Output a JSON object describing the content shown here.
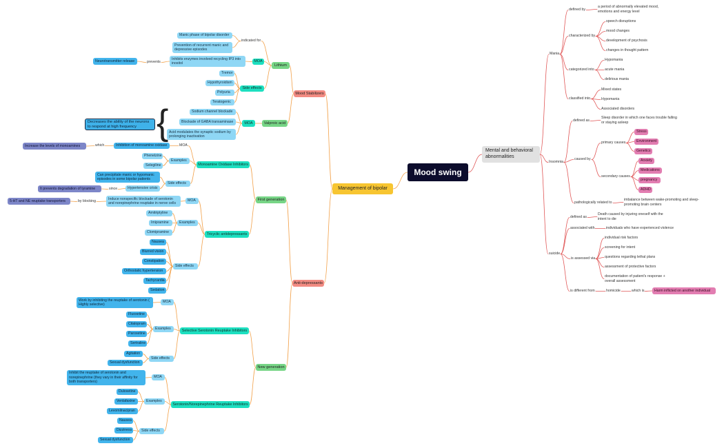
{
  "root": "Mood swing",
  "management": {
    "title": "Management of bipolar",
    "mood_stabilizers": {
      "title": "Mood Stabilizers",
      "lithium": {
        "title": "Lithium",
        "indicated_for_label": "indicated for",
        "indications": [
          "Manic phase of bipolar disorder",
          "Prevention of recurrent manic and depressive episodes"
        ],
        "moa_label": "MOA",
        "moa": "Inhibits enzymes involved recycling IP3 into inositol",
        "prevents_label": "prevents",
        "prevents": "Neurotransmitter release",
        "side_effects_label": "Side effects",
        "side_effects": [
          "Tremor",
          "Hypothyroidism",
          "Polyuria",
          "Teratogenic"
        ]
      },
      "valproic": {
        "title": "Valproic acid",
        "moa_label": "MOA",
        "moa": [
          "Sodium channel blockade",
          "Blockade of GABA transaminase",
          "Acid modulates the synaptic sodium by prolonging inactivation"
        ],
        "summary": "Decreases the ability of the neurons to respond at high frequency"
      }
    },
    "antidepressants": {
      "title": "Anti-depressants",
      "first_generation": {
        "title": "First generation",
        "maoi": {
          "title": "Monoamine Oxidase Inhibitors",
          "moa_label": "MOA",
          "moa": "Inhibition of monoamine oxidase",
          "which_label": "which",
          "which": "Increase the levels of monoamines",
          "examples_label": "Examples",
          "examples": [
            "Phenelzine",
            "Selegiline"
          ],
          "side_effects_label": "Side effects",
          "side_effect_1": "Can precipitate manic or hypomanic episodes in some bipolar patients",
          "side_effect_2": "Hypertensive crisis",
          "since_label": "since",
          "since": "It prevents degradation of tyramine"
        },
        "tca": {
          "title": "Tricyclic antidepressants",
          "moa_label": "MOA",
          "moa": "Induce nonspecific blockade of serotonin and norepinephrine reuptake in nerve cells",
          "by_label": "by blocking",
          "by": "5-HT and NE reuptake transporters",
          "examples_label": "Examples",
          "examples": [
            "Amitriptyline",
            "Imipramine",
            "Clomipramine"
          ],
          "side_effects_label": "Side effects",
          "side_effects": [
            "Nausea",
            "Blurred vision",
            "Constipation",
            "Orthostatic hypertension",
            "Tachycardia",
            "Sedation"
          ]
        }
      },
      "new_generation": {
        "title": "New generation",
        "ssri": {
          "title": "Selective Serotonin Reuptake Inhibitors",
          "moa_label": "MOA",
          "moa": "Work by inhibiting the reuptake of serotonin ( Highly selective)",
          "examples_label": "Examples",
          "examples": [
            "Fluoxetine",
            "Citalopram",
            "Paroxetine",
            "Sertraline"
          ],
          "side_effects_label": "Side effects",
          "side_effects": [
            "Agitation",
            "Sexual dysfunction"
          ]
        },
        "snri": {
          "title": "Serotonin/Norepinephrine Reuptake Inhibitors",
          "moa_label": "MOA",
          "moa": "Inhibit the reuptake of serotonin and norepinephrine (they vary in their affinity for both transporters)",
          "examples_label": "Examples",
          "examples": [
            "Duloxetine",
            "Venlafaxine",
            "Levomilnacipran"
          ],
          "side_effects_label": "Side effects",
          "side_effects": [
            "Nausea",
            "Dizziness",
            "Sexual dysfunction"
          ]
        }
      }
    }
  },
  "mental": {
    "title": "Mental and behavioral abnormalities",
    "mania": {
      "title": "Mania",
      "defined_by_label": "defined by",
      "defined_by": "a period of abnormally elevated mood, emotions and energy level",
      "characterized_by_label": "characterized by",
      "characterized_by": [
        "speech disruptions",
        "mood changes",
        "development of psychosis",
        "changes in thought pattern"
      ],
      "categorized_into_label": "categorized into",
      "categorized_into": [
        "Hypomania",
        "acute mania",
        "delirious mania"
      ],
      "classified_into_label": "classified into",
      "classified_into": [
        "Mixed states",
        "Hypomania",
        "Associated disorders"
      ]
    },
    "insomnia": {
      "title": "Insomnia",
      "defined_as_label": "defined as",
      "defined_as": "Sleep disorder in which one faces trouble falling or staying asleep",
      "caused_by_label": "caused by",
      "primary_label": "primary causes",
      "primary": [
        "Stress",
        "Environment",
        "Genetics"
      ],
      "secondary_label": "secondary causes",
      "secondary": [
        "Anxiety",
        "Medications",
        "pregnancy",
        "ADHD"
      ],
      "patho_label": "pathologically related to",
      "patho": "imbalance between wake-promoting and sleep-promoting brain centers"
    },
    "suicide": {
      "title": "suicide",
      "defined_as_label": "defined as",
      "defined_as": "Death caused by injuring oneself with the intent to die",
      "associated_with_label": "associated with",
      "associated_with": "individuals who have experienced violence",
      "assessed_via_label": "is assessed via",
      "assessed_via": [
        "individual risk factors",
        "screening for intent",
        "questions regarding lethal plans",
        "assessment of protective factors",
        "documentation of patient's response + overall assessment"
      ],
      "different_from_label": "is different from",
      "homicide": "homicide",
      "which_is_label": "which is",
      "which_is": "Harm inflicted on another individual"
    }
  }
}
